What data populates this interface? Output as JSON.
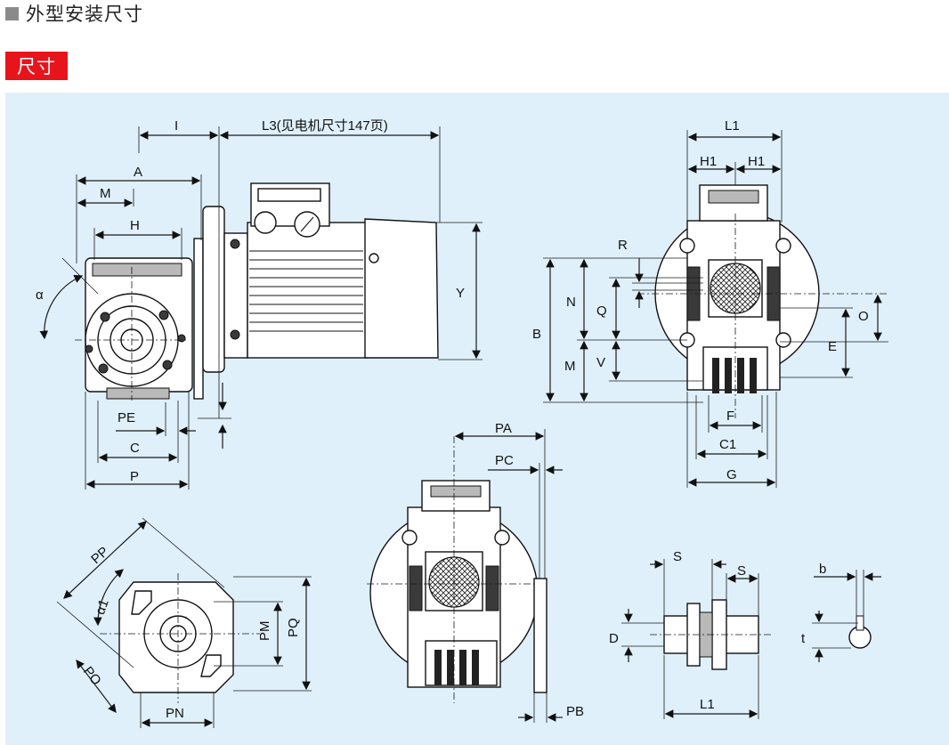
{
  "header": {
    "title": "外型安装尺寸",
    "badge": "尺寸"
  },
  "labels": {
    "I": "I",
    "L3": "L3(见电机尺寸147页)",
    "A": "A",
    "M": "M",
    "H": "H",
    "alpha": "α",
    "Y": "Y",
    "PE": "PE",
    "C": "C",
    "P": "P",
    "L1": "L1",
    "H1a": "H1",
    "H1b": "H1",
    "R": "R",
    "N": "N",
    "Q": "Q",
    "B": "B",
    "M2": "M",
    "V": "V",
    "O": "O",
    "E": "E",
    "F": "F",
    "C1": "C1",
    "G": "G",
    "PA": "PA",
    "PC": "PC",
    "PB": "PB",
    "PP": "PP",
    "alpha1": "α1",
    "PM": "PM",
    "PQ": "PQ",
    "PO": "PO",
    "PN": "PN",
    "S1": "S",
    "S2": "S",
    "D": "D",
    "L1b": "L1",
    "b": "b",
    "t": "t"
  }
}
